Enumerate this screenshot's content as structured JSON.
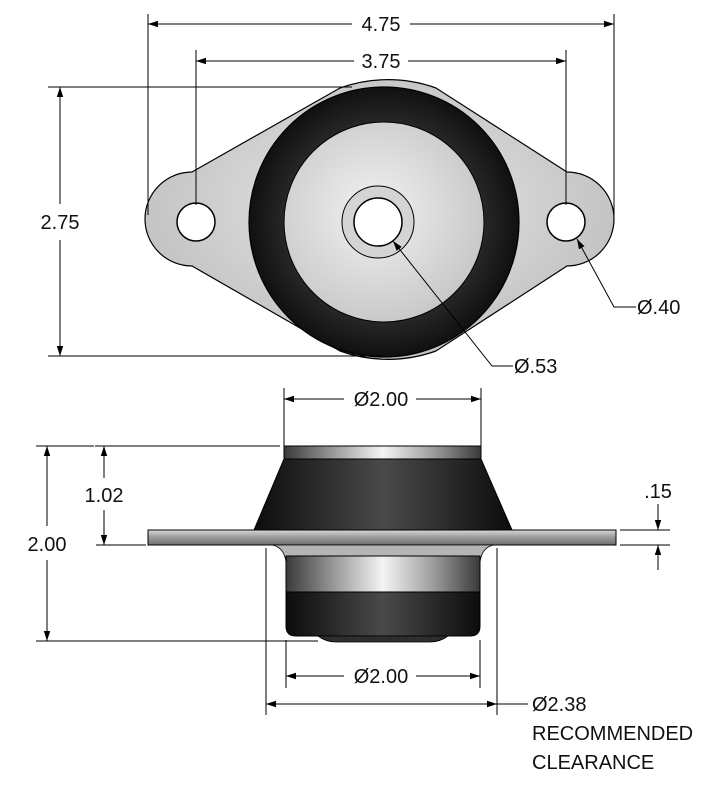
{
  "top_view": {
    "overall_length": "4.75",
    "hole_spacing": "3.75",
    "overall_width": "2.75",
    "mounting_hole_dia": "Ø.40",
    "center_hole_dia": "Ø.53"
  },
  "side_view": {
    "top_dia": "Ø2.00",
    "upper_height": "1.02",
    "overall_height": "2.00",
    "flange_thickness": ".15",
    "bottom_dia": "Ø2.00",
    "clearance_dia": "Ø2.38",
    "clearance_note_line1": "RECOMMENDED",
    "clearance_note_line2": "CLEARANCE"
  }
}
